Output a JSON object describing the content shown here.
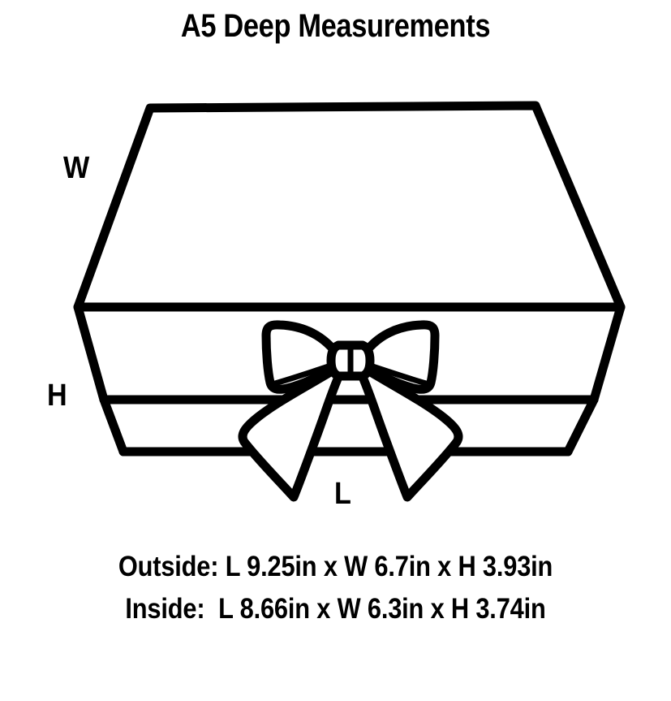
{
  "page": {
    "title": "A5 Deep Measurements",
    "background_color": "#ffffff",
    "ink_color": "#000000"
  },
  "diagram": {
    "name": "gift-box-with-ribbon-bow",
    "description": "Line drawing of a magnetic gift box shown in three-quarter view with a lid, a base and a ribbon tied in a bow on the front",
    "labels": {
      "width": "W",
      "height": "H",
      "length": "L"
    }
  },
  "measurements": {
    "outside": "Outside: L 9.25in x W 6.7in x H 3.93in",
    "inside": "Inside:  L 8.66in x W 6.3in x H 3.74in",
    "outside_values": {
      "label": "Outside",
      "length": "9.25in",
      "width": "6.7in",
      "height": "3.93in"
    },
    "inside_values": {
      "label": "Inside",
      "length": "8.66in",
      "width": "6.3in",
      "height": "3.74in"
    }
  }
}
